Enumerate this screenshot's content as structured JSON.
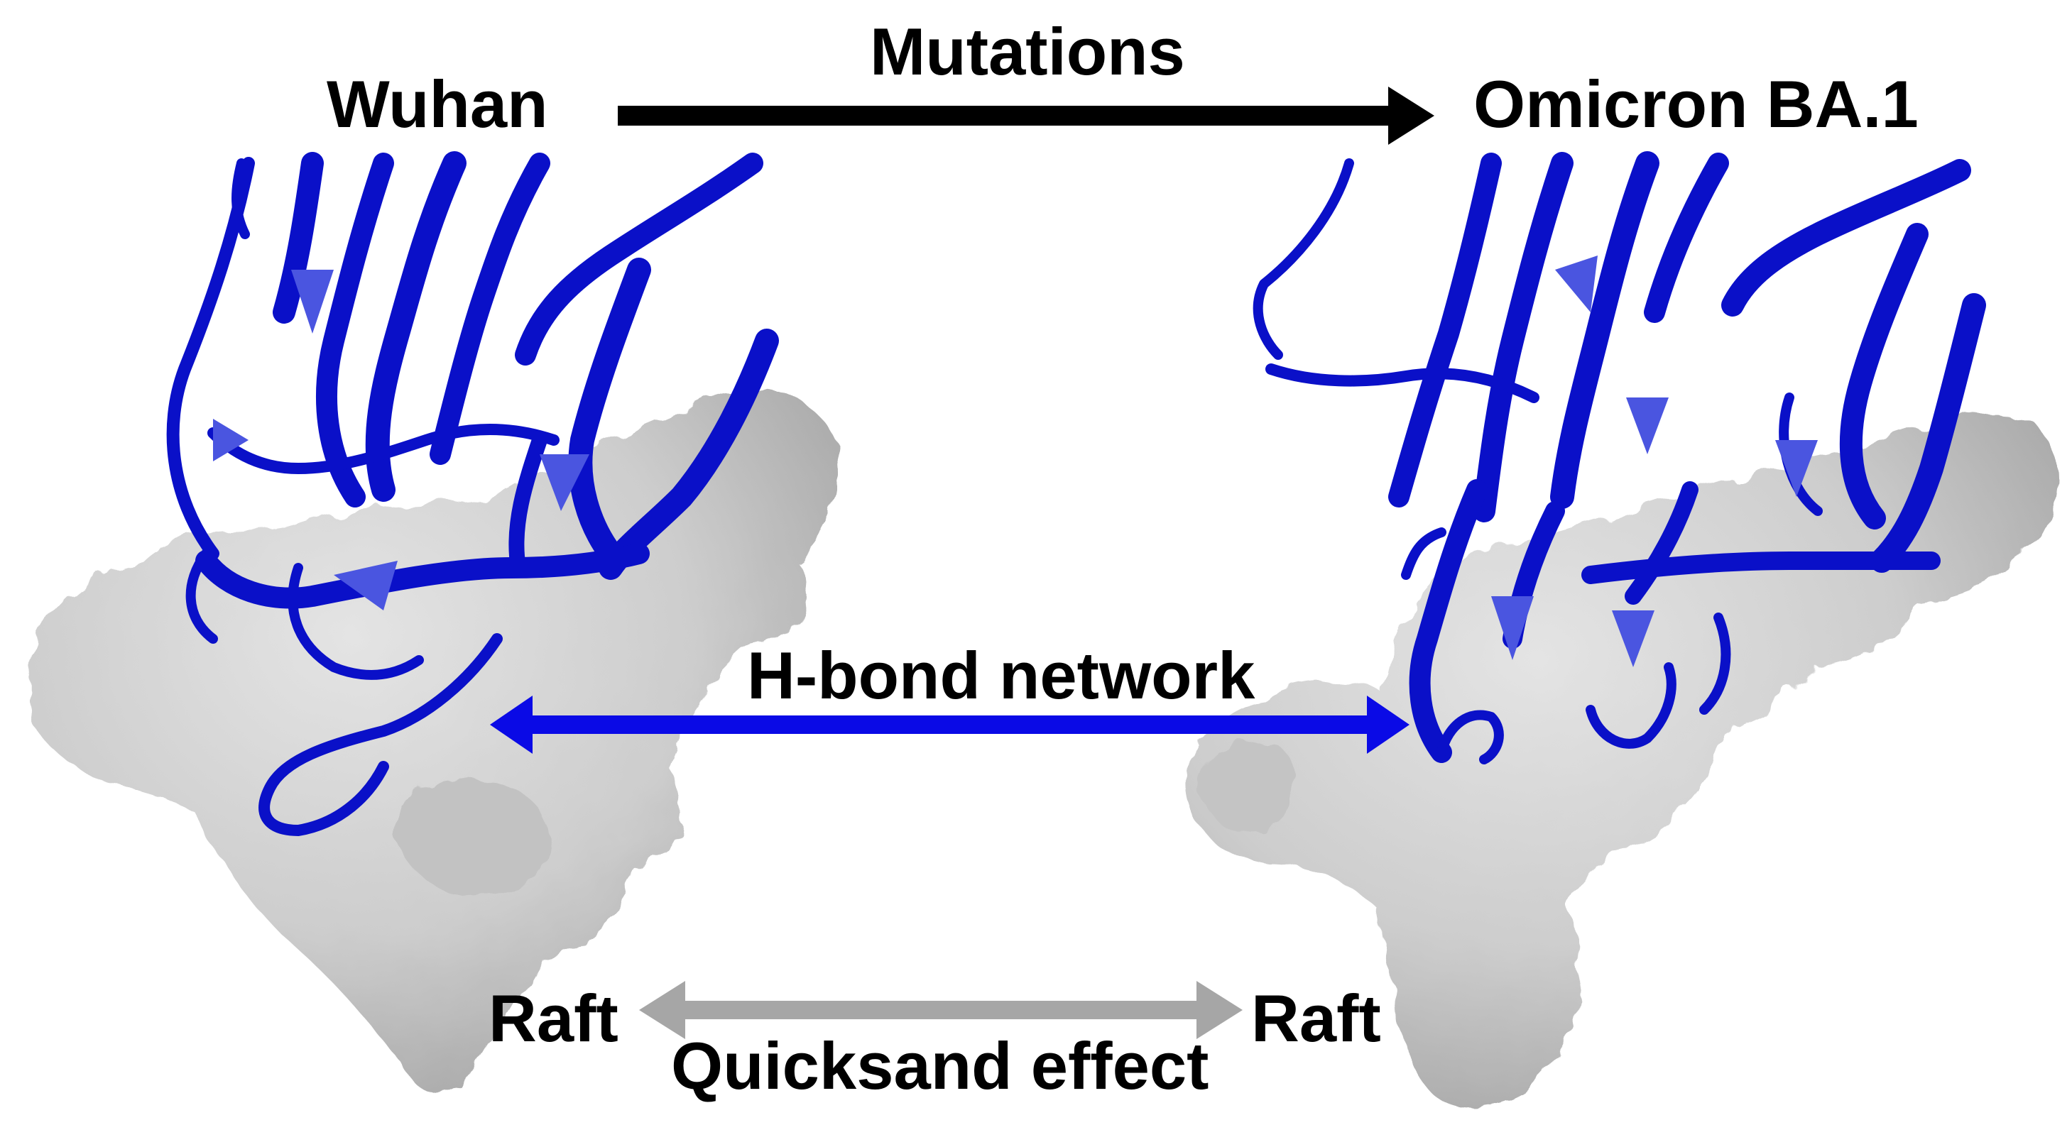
{
  "labels": {
    "left_variant": "Wuhan",
    "right_variant": "Omicron BA.1",
    "top_arrow": "Mutations",
    "middle_arrow": "H-bond network",
    "bottom_left": "Raft",
    "bottom_right": "Raft",
    "bottom_arrow": "Quicksand effect"
  },
  "colors": {
    "protein_ribbon": "#0a10c8",
    "protein_ribbon_light": "#4a55e0",
    "surface": "#cfcfcf",
    "surface_shadow": "#a9a9a9",
    "top_arrow": "#000000",
    "middle_arrow": "#0a0ae6",
    "bottom_arrow": "#a6a6a6",
    "text": "#000000"
  }
}
